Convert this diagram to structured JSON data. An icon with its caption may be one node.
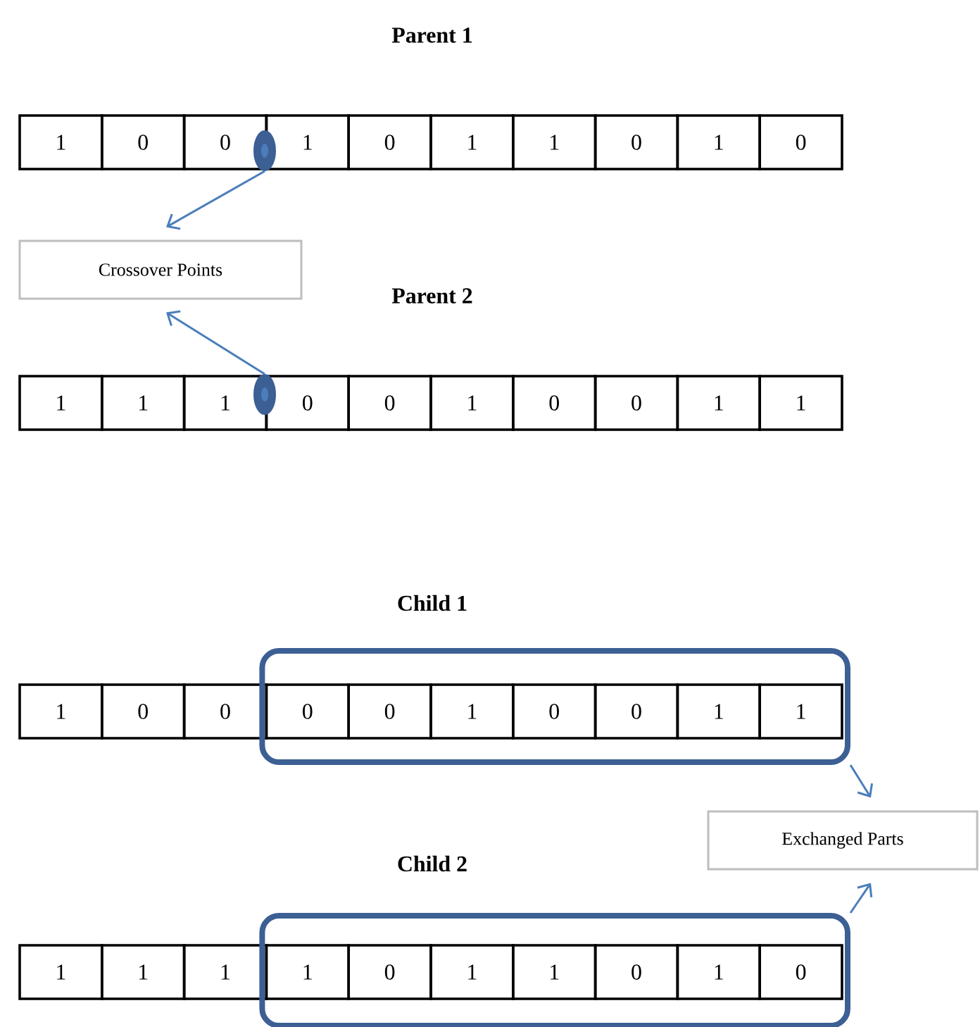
{
  "diagram": {
    "nodes": [
      {
        "text": [
          "1"
        ]
      },
      {
        "text": [
          "0"
        ]
      },
      {
        "text": [
          "0"
        ]
      },
      {
        "text": [
          "1"
        ]
      },
      {
        "text": [
          "0"
        ]
      },
      {
        "text": [
          "1"
        ]
      },
      {
        "text": [
          "1"
        ]
      },
      {
        "text": [
          "0"
        ]
      },
      {
        "text": [
          "1"
        ]
      },
      {
        "text": [
          "0"
        ]
      },
      {
        "text": [],
        "shape": "circle"
      },
      {
        "text": [
          "Crossover Points"
        ]
      },
      {
        "text": [
          "1"
        ]
      },
      {
        "text": [
          "1"
        ]
      },
      {
        "text": [
          "1"
        ]
      },
      {
        "text": [
          "0"
        ]
      },
      {
        "text": [
          "0"
        ]
      },
      {
        "text": [
          "1"
        ]
      },
      {
        "text": [
          "0"
        ]
      },
      {
        "text": [
          "0"
        ]
      },
      {
        "text": [
          "1"
        ]
      },
      {
        "text": [
          "1"
        ]
      },
      {
        "text": [],
        "shape": "circle"
      },
      {
        "text": [
          "1"
        ]
      },
      {
        "text": [
          "0"
        ]
      },
      {
        "text": [
          "0"
        ]
      },
      {
        "text": [],
        "shape": "box"
      },
      {
        "text": [
          "0"
        ],
        "in": 26
      },
      {
        "text": [
          "0"
        ],
        "in": 26
      },
      {
        "text": [
          "1"
        ],
        "in": 26
      },
      {
        "text": [
          "0"
        ],
        "in": 26
      },
      {
        "text": [
          "0"
        ],
        "in": 26
      },
      {
        "text": [
          "1"
        ],
        "in": 26
      },
      {
        "text": [
          "1"
        ],
        "in": 26
      },
      {
        "text": [
          "Exchanged Parts"
        ]
      },
      {
        "text": [
          "1"
        ]
      },
      {
        "text": [
          "1"
        ]
      },
      {
        "text": [
          "1"
        ]
      },
      {
        "text": [],
        "shape": "box"
      },
      {
        "text": [
          "1"
        ],
        "in": 38
      },
      {
        "text": [
          "0"
        ],
        "in": 38
      },
      {
        "text": [
          "1"
        ],
        "in": 38
      },
      {
        "text": [
          "1"
        ],
        "in": 38
      },
      {
        "text": [
          "0"
        ],
        "in": 38
      },
      {
        "text": [
          "1"
        ],
        "in": 38
      },
      {
        "text": [
          "0"
        ],
        "in": 38
      }
    ],
    "edges": [
      {
        "from": 10,
        "to": 11,
        "arrow": "to"
      },
      {
        "from": 22,
        "to": 11,
        "arrow": "to"
      },
      {
        "from": 26,
        "to": 34,
        "arrow": "to"
      },
      {
        "from": 38,
        "to": 34,
        "arrow": "to"
      }
    ],
    "labels": [
      "Parent 1",
      "Parent 2",
      "Child 1",
      "Child 2"
    ]
  }
}
